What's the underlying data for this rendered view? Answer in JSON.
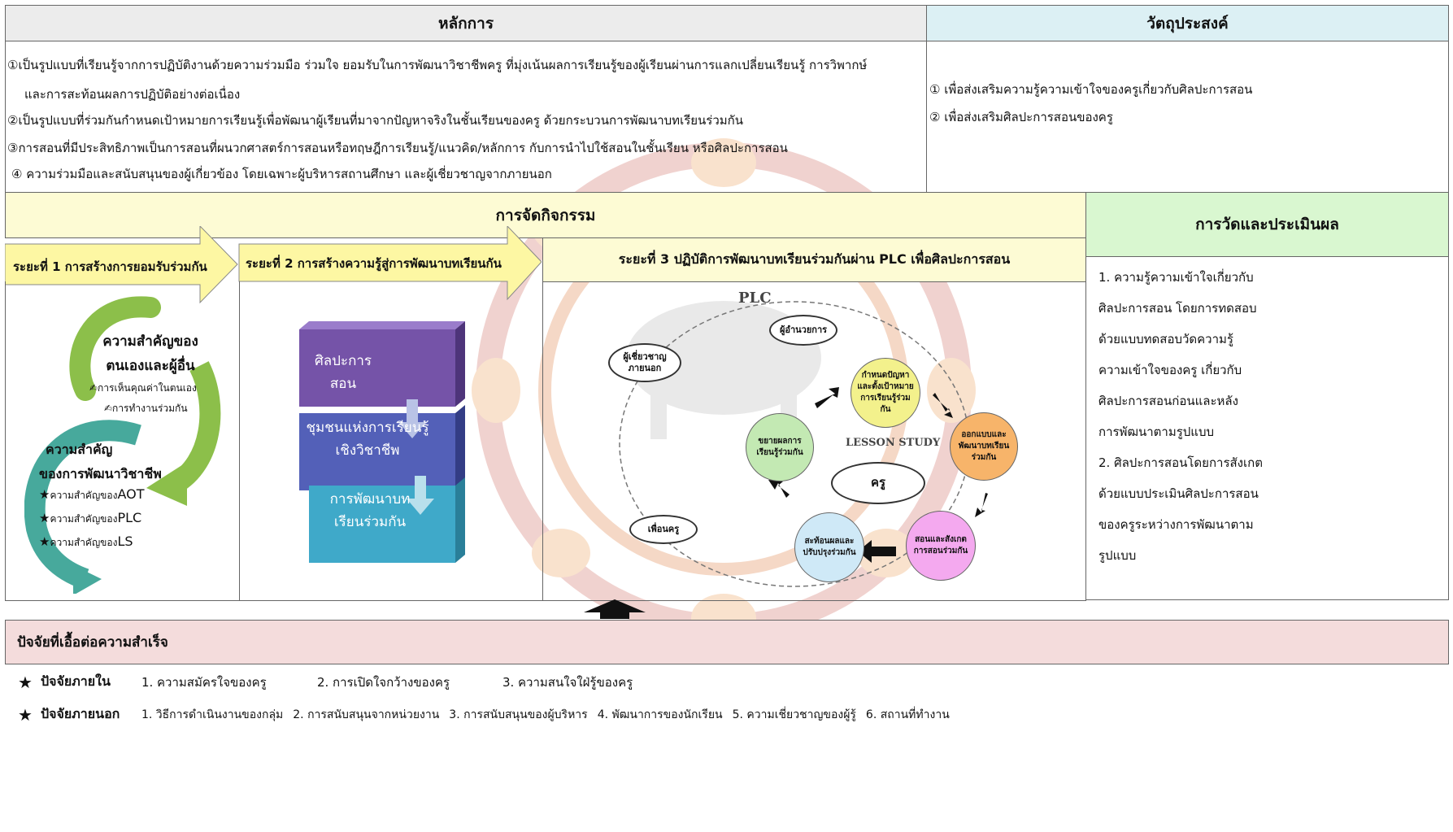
{
  "principles": {
    "title": "หลักการ",
    "lines": [
      "①เป็นรูปแบบที่เรียนรู้จากการปฏิบัติงานด้วยความร่วมมือ ร่วมใจ ยอมรับในการพัฒนาวิชาชีพครู ที่มุ่งเน้นผลการเรียนรู้ของผู้เรียนผ่านการแลกเปลี่ยนเรียนรู้ การวิพากษ์",
      "และการสะท้อนผลการปฏิบัติอย่างต่อเนื่อง",
      "②เป็นรูปแบบที่ร่วมกันกำหนดเป้าหมายการเรียนรู้เพื่อพัฒนาผู้เรียนที่มาจากปัญหาจริงในชั้นเรียนของครู ด้วยกระบวนการพัฒนาบทเรียนร่วมกัน",
      "③การสอนที่มีประสิทธิภาพเป็นการสอนที่ผนวกศาสตร์การสอนหรือทฤษฎีการเรียนรู้/แนวคิด/หลักการ กับการนำไปใช้สอนในชั้นเรียน หรือศิลปะการสอน",
      "④ ความร่วมมือและสนับสนุนของผู้เกี่ยวข้อง โดยเฉพาะผู้บริหารสถานศึกษา และผู้เชี่ยวชาญจากภายนอก"
    ]
  },
  "objectives": {
    "title": "วัตถุประสงค์",
    "lines": [
      "① เพื่อส่งเสริมความรู้ความเข้าใจของครูเกี่ยวกับศิลปะการสอน",
      "② เพื่อส่งเสริมศิลปะการสอนของครู"
    ]
  },
  "activities": {
    "title": "การจัดกิจกรรม",
    "phase1": "ระยะที่ 1 การสร้างการยอมรับร่วมกัน",
    "phase2": "ระยะที่ 2 การสร้างความรู้สู่การพัฒนาบทเรียนกัน",
    "phase3": "ระยะที่ 3 ปฏิบัติการพัฒนาบทเรียนร่วมกันผ่าน PLC เพื่อศิลปะการสอน"
  },
  "phase1_content": {
    "heading1_a": "ความสำคัญของ",
    "heading1_b": "ตนเองและผู้อื่น",
    "sub1": "✍การเห็นคุณค่าในตนเอง",
    "sub2": "✍การทำงานร่วมกัน",
    "heading2_a": "ความสำคัญ",
    "heading2_b": "ของการพัฒนาวิชาชีพ",
    "star1_pre": "ความสำคัญของ",
    "star1_big": "AOT",
    "star2_pre": "ความสำคัญของ",
    "star2_big": "PLC",
    "star3_pre": "ความสำคัญของ",
    "star3_big": "LS"
  },
  "phase2_content": {
    "block1": "ศิลปะการสอน",
    "block2": "ชุมชนแห่งการเรียนรู้เชิงวิชาชีพ",
    "block3": "การพัฒนาบทเรียนร่วมกัน"
  },
  "phase3_content": {
    "plc_label": "PLC",
    "lesson_study_label": "LESSON STUDY",
    "director": "ผู้อำนวยการ",
    "expert": "ผู้เชี่ยวชาญภายนอก",
    "peer": "เพื่อนครู",
    "teacher": "ครู",
    "step1": "กำหนดปัญหาและตั้งเป้าหมายการเรียนรู้ร่วมกัน",
    "step2": "ออกแบบและพัฒนาบทเรียนร่วมกัน",
    "step3": "สอนและสังเกตการสอนร่วมกัน",
    "step4": "สะท้อนผลและปรับปรุงร่วมกัน",
    "step5": "ขยายผลการเรียนรู้ร่วมกัน"
  },
  "evaluation": {
    "title": "การวัดและประเมินผล",
    "lines": [
      "1. ความรู้ความเข้าใจเกี่ยวกับ",
      "ศิลปะการสอน โดยการทดสอบ",
      "ด้วยแบบทดสอบวัดความรู้",
      "ความเข้าใจของครู เกี่ยวกับ",
      "ศิลปะการสอนก่อนและหลัง",
      "การพัฒนาตามรูปแบบ",
      "2. ศิลปะการสอนโดยการสังเกต",
      "ด้วยแบบประเมินศิลปะการสอน",
      "ของครูระหว่างการพัฒนาตาม",
      "รูปแบบ"
    ]
  },
  "factors": {
    "title": "ปัจจัยที่เอื้อต่อความสำเร็จ",
    "internal_label": "ปัจจัยภายใน",
    "internal_items": [
      "1. ความสมัครใจของครู",
      "2. การเปิดใจกว้างของครู",
      "3. ความสนใจใฝ่รู้ของครู"
    ],
    "external_label": "ปัจจัยภายนอก",
    "external_items": [
      "1. วิธีการดำเนินงานของกลุ่ม",
      "2. การสนับสนุนจากหน่วยงาน",
      "3. การสนับสนุนของผู้บริหาร",
      "4. พัฒนาการของนักเรียน",
      "5. ความเชี่ยวชาญของผู้รู้",
      "6. สถานที่ทำงาน"
    ]
  },
  "colors": {
    "principles_header": "#ececec",
    "objectives_header": "#dcf0f4",
    "activities_header": "#fdfbd4",
    "evaluation_header": "#d9f7d0",
    "factors_header": "#f4dcdc",
    "phase_arrow": "#fdf7a3",
    "block_purple": "#7553a8",
    "block_indigo": "#5360b8",
    "block_teal": "#3fa9c9",
    "arc_green": "#8cbf4a",
    "arc_teal": "#47a99c"
  },
  "icons": [
    "star-icon",
    "up-arrow-icon",
    "down-arrow-icon",
    "cycle-arrow-icon",
    "writing-hand-icon",
    "seal-watermark"
  ]
}
